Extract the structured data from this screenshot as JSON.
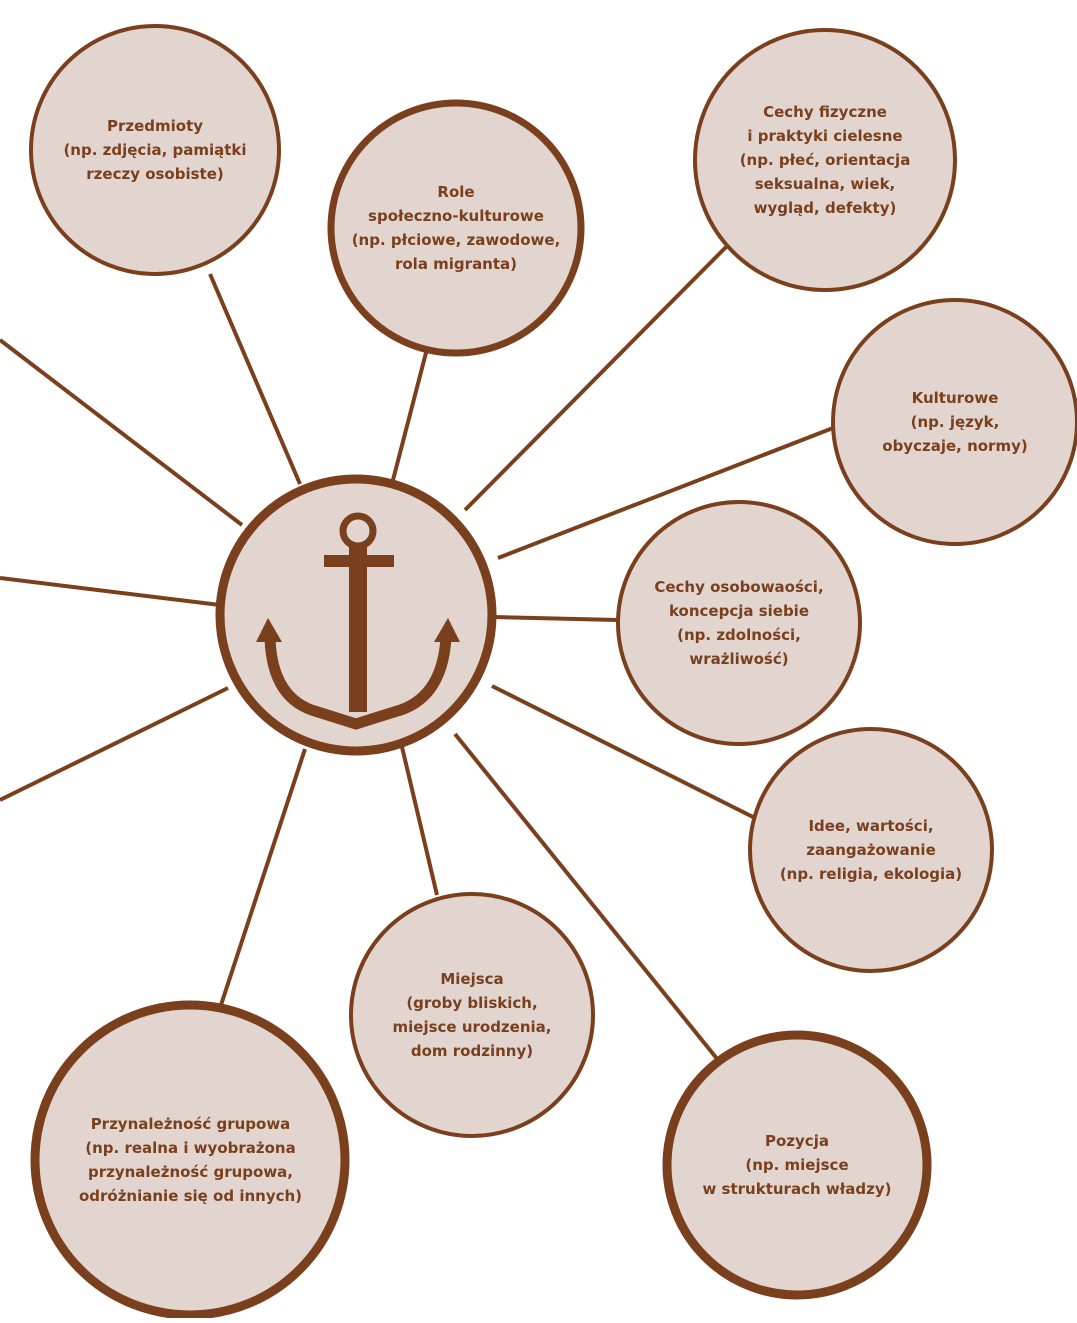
{
  "colors": {
    "accent": "#7a3f1c",
    "node_fill": "#e2d5cf",
    "background": "#ffffff"
  },
  "center": {
    "icon": "anchor-icon"
  },
  "nodes": [
    {
      "id": "przedmioty",
      "label": "Przedmioty\n(np. zdjęcia, pamiątki\nrzeczy osobiste)"
    },
    {
      "id": "role",
      "label": "Role\nspołeczno-kulturowe\n(np. płciowe, zawodowe,\nrola migranta)"
    },
    {
      "id": "cechy-fizyczne",
      "label": "Cechy fizyczne\ni praktyki cielesne\n(np. płeć, orientacja\nseksualna, wiek,\nwygląd, defekty)"
    },
    {
      "id": "kulturowe",
      "label": "Kulturowe\n(np. język,\nobyczaje, normy)"
    },
    {
      "id": "cechy-osobowosci",
      "label": "Cechy osobowaości,\nkoncepcja siebie\n(np. zdolności,\nwrażliwość)"
    },
    {
      "id": "idee",
      "label": "Idee, wartości,\nzaangażowanie\n(np. religia, ekologia)"
    },
    {
      "id": "pozycja",
      "label": "Pozycja\n(np. miejsce\nw strukturach władzy)"
    },
    {
      "id": "miejsca",
      "label": "Miejsca\n(groby bliskich,\nmiejsce urodzenia,\ndom rodzinny)"
    },
    {
      "id": "przynaleznosc",
      "label": "Przynależność grupowa\n(np. realna i wyobrażona\nprzynależność grupowa,\nodróżnianie się od innych)"
    }
  ]
}
